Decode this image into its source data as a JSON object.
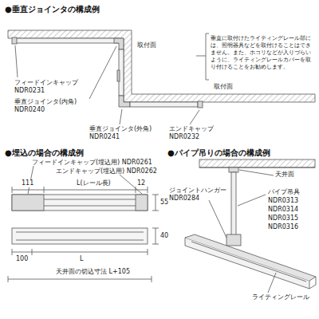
{
  "diagram": {
    "labels": [
      "●垂直ジョインタの構成例",
      "取付面",
      "垂直に取付けたライティングレール部には、照明器具などを取付けることはできません。また、ホコリなどが入りづらいように、ライティングレールカバーを取り付けることをお勧めします。",
      "取付面",
      "フィードインキャップ",
      "NDR0231",
      "垂直ジョインタ(内角)",
      "NDR0240",
      "垂直ジョインタ(外角)",
      "NDR0241",
      "エンドキャップ",
      "NDR0232",
      "●埋込の場合の構成例",
      "フィードインキャップ(埋込用) NDR0261",
      "エンドキャップ(埋込用) NDR0262",
      "111",
      "L(レール長)",
      "12",
      "55",
      "40",
      "100",
      "L",
      "天井面の切込寸法 L+105",
      "●パイプ吊りの場合の構成例",
      "天井面",
      "ジョイントハンガー",
      "NDR0284",
      "パイプ吊具",
      "NDR0313",
      "NDR0314",
      "NDR0315",
      "NDR0316",
      "ライティングレール"
    ]
  }
}
